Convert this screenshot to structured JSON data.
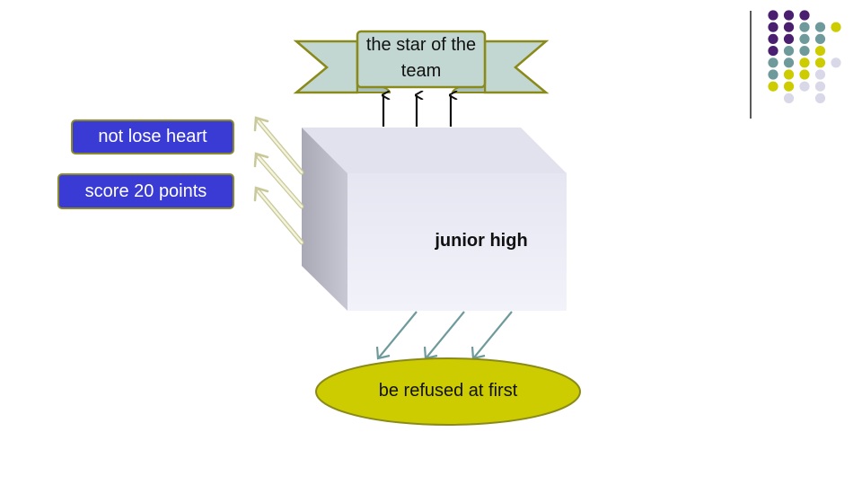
{
  "diagram": {
    "banner": {
      "text": "the star of the team",
      "fill": "#c2d6d2",
      "stroke": "#8a8a1a"
    },
    "cube": {
      "label": "junior high",
      "front_fill": "#ededf7",
      "side_fill": "#b8b8c4",
      "top_fill": "#e4e4f0"
    },
    "ellipse": {
      "text": "be refused at first",
      "fill": "#cccc00",
      "stroke": "#8a8a1a"
    },
    "side_boxes": [
      {
        "text": "not lose heart",
        "fill": "#3a3ad4"
      },
      {
        "text": "score 20 points",
        "fill": "#3a3ad4"
      }
    ],
    "arrow_colors": {
      "up": "#111111",
      "down": "#6f9a9c",
      "left": "#e2e2b4"
    }
  },
  "decor": {
    "logo_dot_colors": [
      "#4b1f6f",
      "#6f9a9c",
      "#cccc00",
      "#d8d8e8"
    ]
  }
}
